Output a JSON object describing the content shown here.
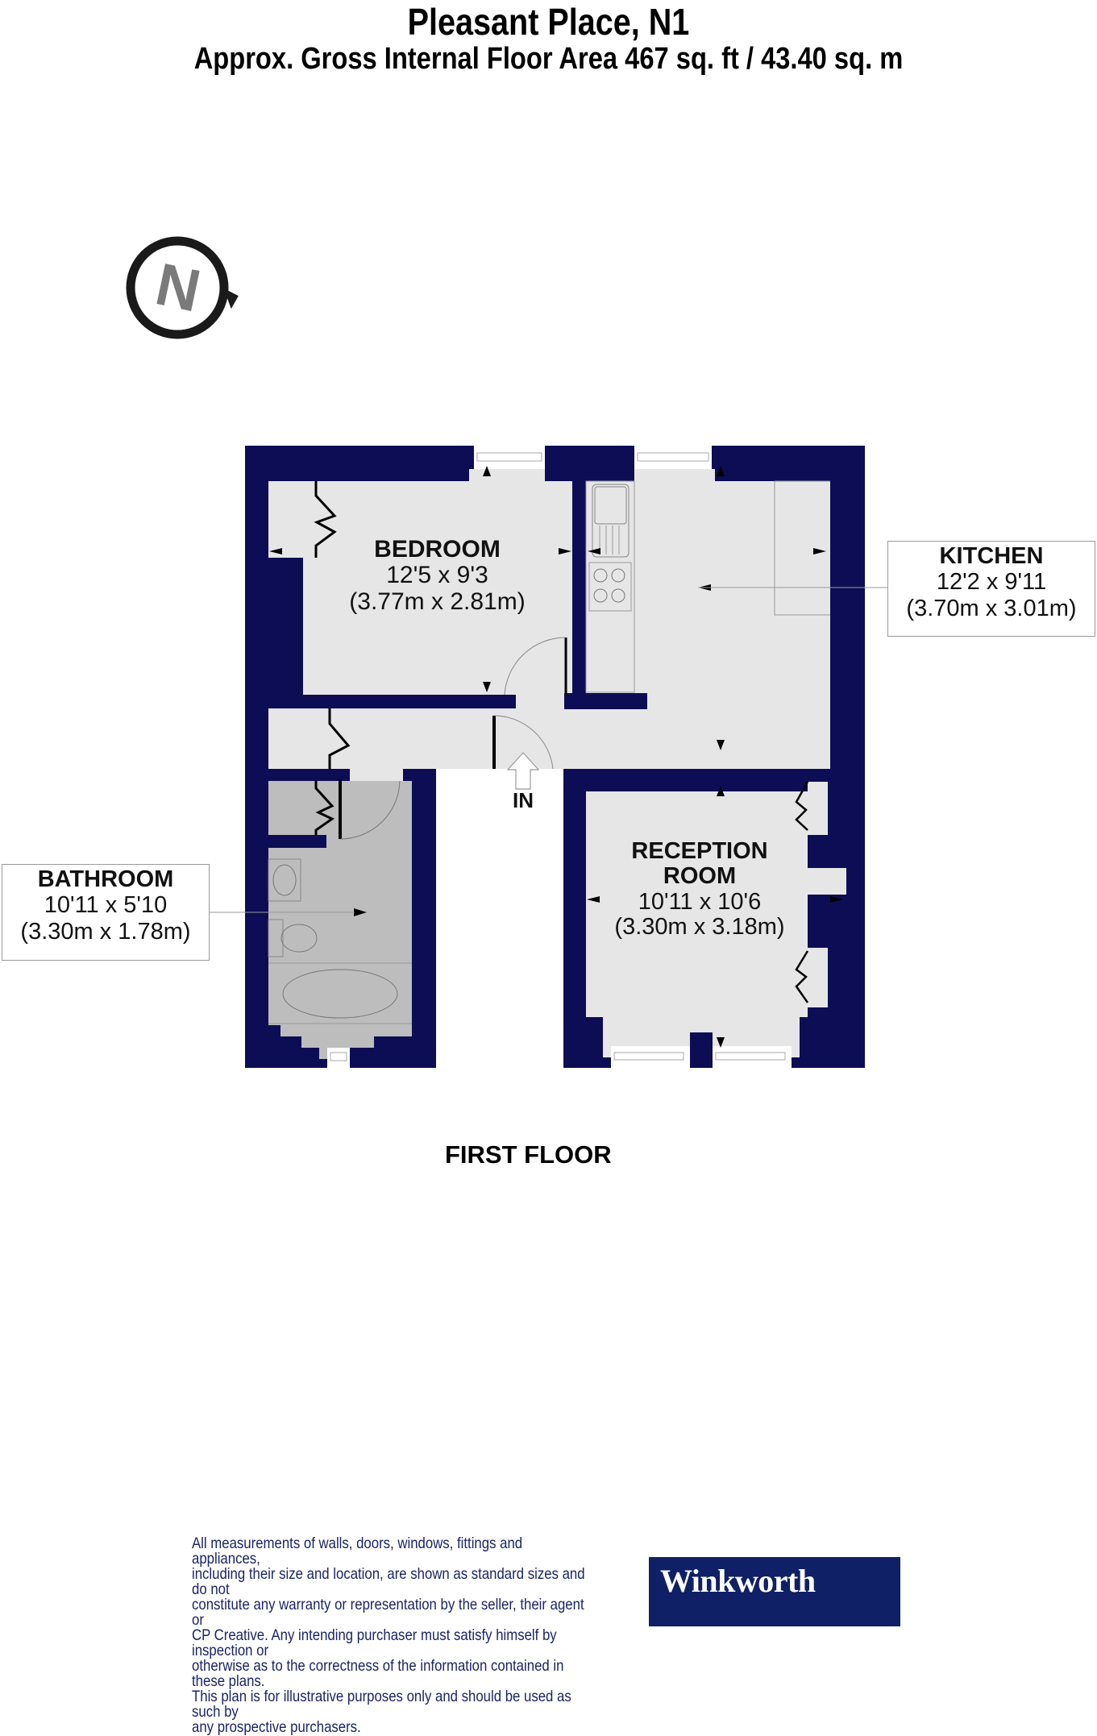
{
  "header": {
    "title": "Pleasant Place, N1",
    "subtitle": "Approx. Gross Internal Floor Area 467 sq. ft / 43.40 sq. m"
  },
  "compass": {
    "icon": "north-compass-icon",
    "letter": "N"
  },
  "colors": {
    "wall": "#0d0d55",
    "floor": "#e6e6e6",
    "bathroom_floor": "#bdbdbd",
    "brand": "#102066"
  },
  "rooms": {
    "bedroom": {
      "name": "BEDROOM",
      "imperial": "12'5 x 9'3",
      "metric": "(3.77m x 2.81m)"
    },
    "kitchen": {
      "name": "KITCHEN",
      "imperial": "12'2 x 9'11",
      "metric": "(3.70m x 3.01m)"
    },
    "bathroom": {
      "name": "BATHROOM",
      "imperial": "10'11 x 5'10",
      "metric": "(3.30m x 1.78m)"
    },
    "reception": {
      "name_line1": "RECEPTION",
      "name_line2": "ROOM",
      "imperial": "10'11 x 10'6",
      "metric": "(3.30m x 3.18m)"
    }
  },
  "entrance": {
    "label": "IN"
  },
  "floor_label": "FIRST FLOOR",
  "footer": {
    "disclaimer": "All measurements of walls, doors, windows, fittings and appliances,\nincluding their size and location, are shown as standard sizes and do not\nconstitute any warranty or representation by the seller, their agent or\nCP Creative. Any intending purchaser must satisfy himself by inspection or\notherwise as to the correctness of the information contained in these plans.\nThis plan is for illustrative purposes only and should be used as such by\nany prospective purchasers.",
    "logo_text": "Winkworth"
  }
}
